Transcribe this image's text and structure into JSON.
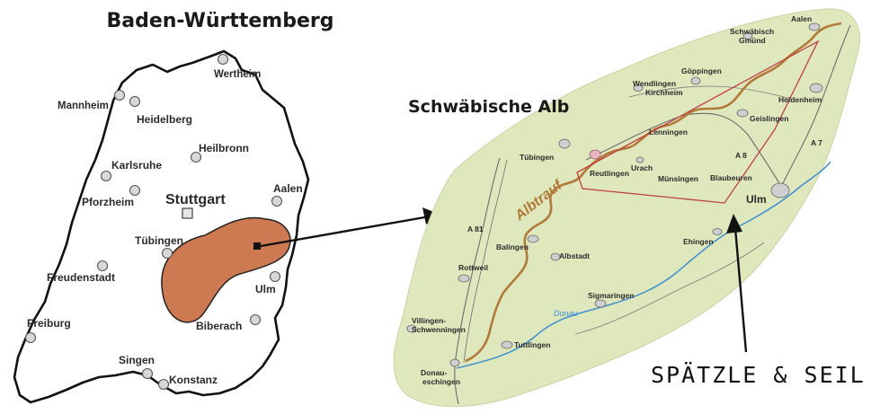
{
  "left_map": {
    "title": "Baden-Württemberg",
    "cities": {
      "wertheim": "Wertheim",
      "mannheim": "Mannheim",
      "heidelberg": "Heidelberg",
      "heilbronn": "Heilbronn",
      "karlsruhe": "Karlsruhe",
      "pforzheim": "Pforzheim",
      "stuttgart": "Stuttgart",
      "aalen": "Aalen",
      "tuebingen": "Tübingen",
      "freudenstadt": "Freudenstadt",
      "ulm": "Ulm",
      "freiburg": "Freiburg",
      "biberach": "Biberach",
      "singen": "Singen",
      "konstanz": "Konstanz"
    }
  },
  "right_map": {
    "title": "Schwäbische Alb",
    "region_label": "Albtrauf",
    "river": "Donau",
    "roads": {
      "a81": "A 81",
      "a8": "A 8",
      "a7": "A 7"
    },
    "towns": {
      "aalen": "Aalen",
      "schwaebisch_1": "Schwäbisch",
      "gmuend_2": "Gmünd",
      "goeppingen": "Göppingen",
      "wendlingen": "Wendlingen",
      "kirchheim": "Kirchheim",
      "heidenheim": "Heidenheim",
      "geislingen": "Geislingen",
      "lenningen": "Lenningen",
      "tuebingen": "Tübingen",
      "reutlingen": "Reutlingen",
      "urach": "Urach",
      "muensingen": "Münsingen",
      "blaubeuren": "Blaubeuren",
      "ulm": "Ulm",
      "balingen": "Balingen",
      "albstadt": "Albstadt",
      "rottweil": "Rottweil",
      "ehingen": "Ehingen",
      "sigmaringen": "Sigmaringen",
      "villingen_1": "Villingen-",
      "villingen_2": "Schwenningen",
      "tuttlingen": "Tuttlingen",
      "donau_1": "Donau-",
      "donau_2": "eschingen"
    }
  },
  "brand": "SPÄTZLE & SEIL",
  "colors": {
    "alb_green": "#dfe8bd",
    "albtrauf_brown": "#b07a3a",
    "region_orange": "#cd7a52",
    "river_blue": "#3d8fcf",
    "frame_red": "#c04040"
  }
}
